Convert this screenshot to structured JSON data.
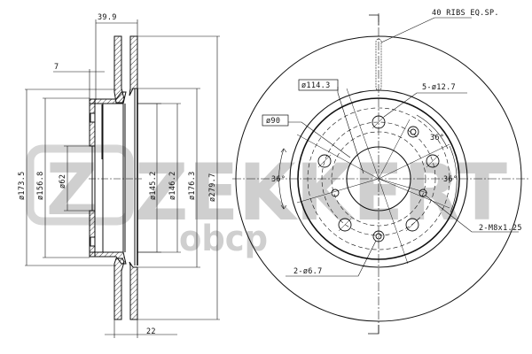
{
  "watermark": {
    "brand": "ZEKKERT",
    "logo_letter": "Z",
    "sub": "obcp",
    "color": "#cfcfcf"
  },
  "section_view": {
    "dimensions": {
      "overall_height": "39.9",
      "hub_offset": "7",
      "thickness": "22",
      "d_173_5": "ø173.5",
      "d_156_8": "ø156.8",
      "d_62": "ø62",
      "d_145_2": "ø145.2",
      "d_146_2": "ø146.2",
      "d_176_3": "ø176.3",
      "d_279_7": "ø279.7"
    }
  },
  "front_view": {
    "labels": {
      "ribs": "40 RIBS EQ.SP.",
      "bolt_holes": "5-ø12.7",
      "pcd": "ø114.3",
      "d90": "ø90",
      "angle_left": "36°",
      "angle_right": "36°",
      "angle_top_right": "36°",
      "threaded": "2-M8x1.25",
      "locating_holes": "2-ø6.7"
    }
  },
  "colors": {
    "line": "#111111",
    "background": "#ffffff"
  }
}
